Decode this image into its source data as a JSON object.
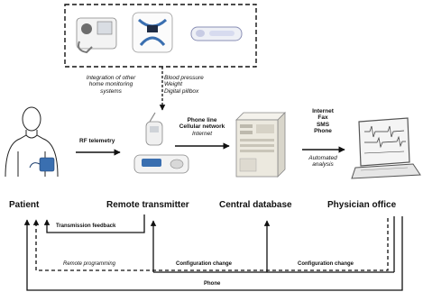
{
  "nodes": {
    "patient": "Patient",
    "remote_transmitter": "Remote transmitter",
    "central_database": "Central database",
    "physician_office": "Physician office"
  },
  "top_box_caption": [
    "Integration of other",
    "home monitoring",
    "systems"
  ],
  "device_types": [
    "Blood pressure",
    "Weight",
    "Digital pillbox"
  ],
  "rf_telemetry": "RF telemetry",
  "phone_link": [
    "Phone line",
    "Cellular network"
  ],
  "phone_link_italic": "Internet",
  "physician_channels": [
    "Internet",
    "Fax",
    "SMS",
    "Phone"
  ],
  "automated_analysis": [
    "Automated",
    "analysis"
  ],
  "feedback_labels": {
    "transmission_feedback": "Transmission feedback",
    "remote_programming": "Remote programming",
    "configuration_change_left": "Configuration change",
    "configuration_change_right": "Configuration change",
    "phone": "Phone"
  },
  "colors": {
    "line": "#111111",
    "device_blue": "#3a6fb0",
    "cabinet_fill": "#ece9df",
    "screen_fill": "#f4f4f4"
  }
}
